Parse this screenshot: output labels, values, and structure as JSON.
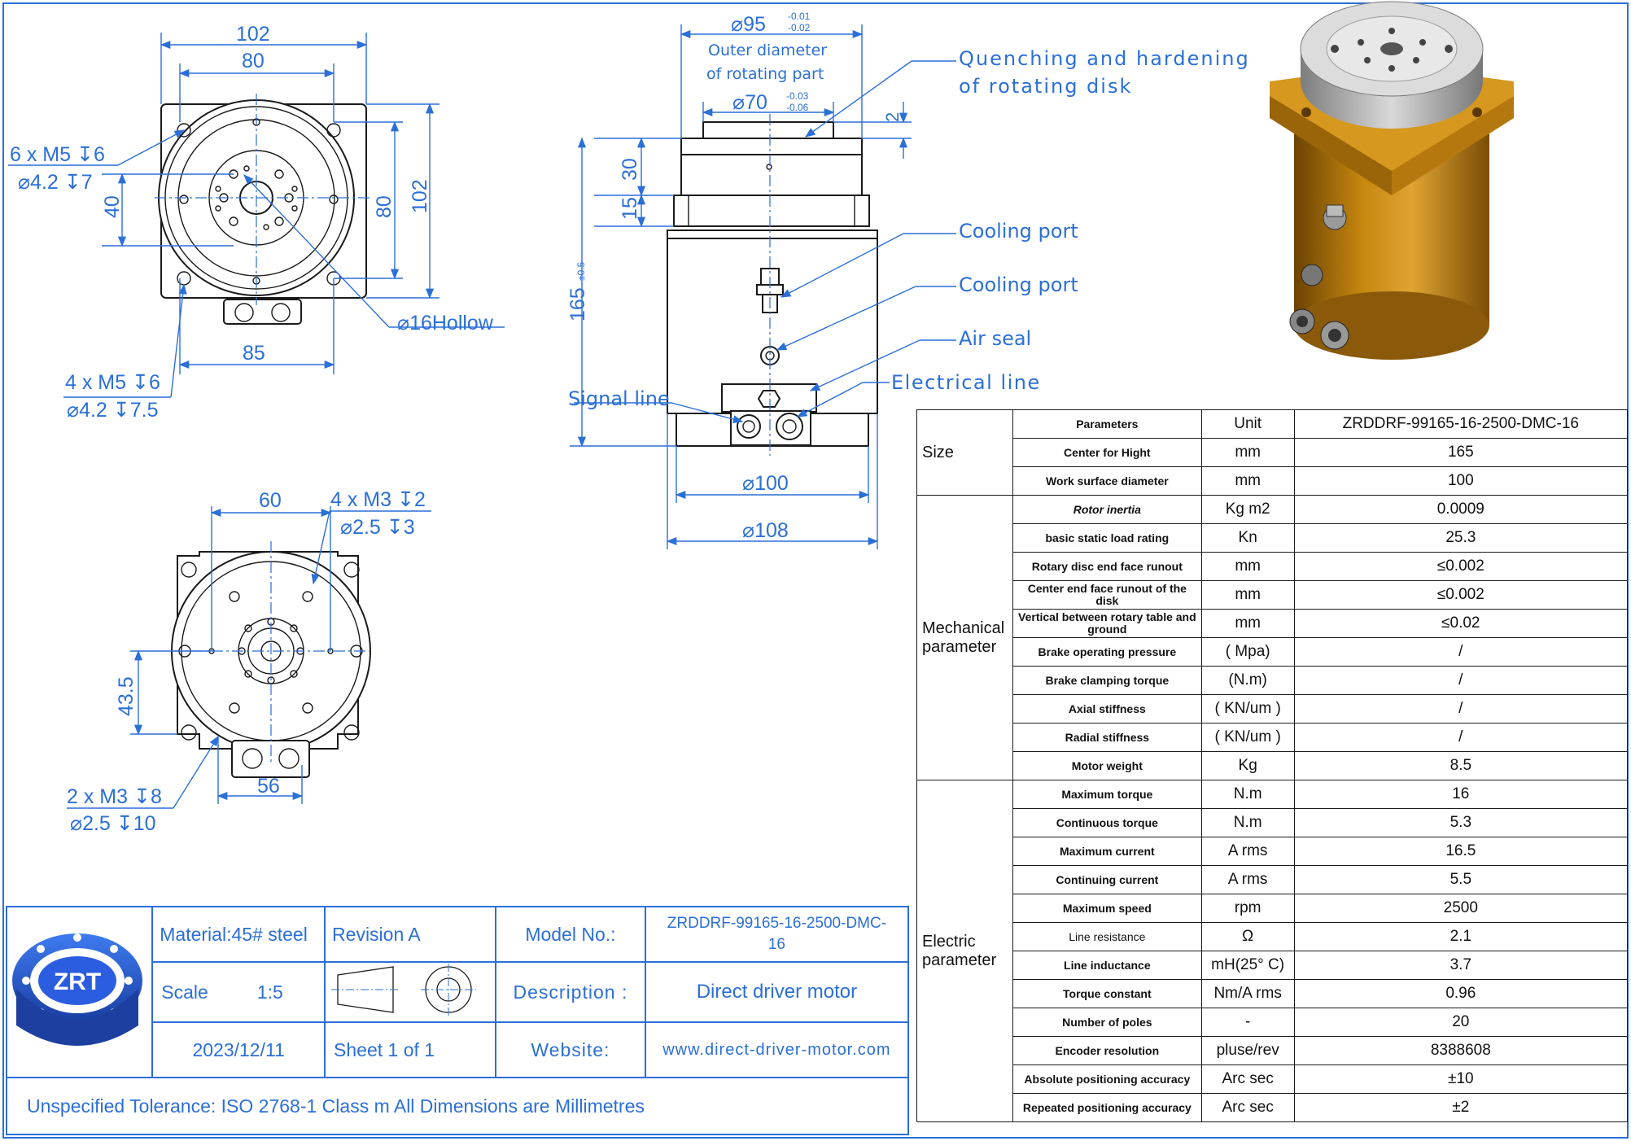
{
  "callouts": {
    "dia95": "95",
    "dia95_tol_upper": "-0.01",
    "dia95_tol_lower": "-0.02",
    "outer_diameter_line1": "Outer diameter",
    "outer_diameter_line2": "of rotating  part",
    "dia70": "70",
    "dia70_tol_upper": "-0.03",
    "dia70_tol_lower": "-0.06",
    "quench_line1": "Quenching and hardening",
    "quench_line2": "of rotating disk",
    "cooling_port_1": "Cooling port",
    "cooling_port_2": "Cooling port",
    "air_seal": "Air seal",
    "electrical_line": "Electrical line",
    "signal_line": "Signal line",
    "hollow": "16Hollow"
  },
  "dimensions": {
    "top_102": "102",
    "top_80": "80",
    "m5_6": "6 x M5",
    "m5_6_depth": "6",
    "m5_6_drill": "4.2",
    "m5_6_drill_depth": "7",
    "v40": "40",
    "v80": "80",
    "v102": "102",
    "h85": "85",
    "m5_4": "4 x M5",
    "m5_4_depth": "6",
    "m5_4_drill": "4.2",
    "m5_4_drill_depth": "7.5",
    "d2": "2",
    "d30": "30",
    "d15": "15",
    "d165": "165",
    "d165_tol": "±0.5",
    "d100": "100",
    "d108": "108",
    "b60": "60",
    "m3_4": "4 x M3",
    "m3_4_depth": "2",
    "m3_4_drill": "2.5",
    "m3_4_drill_depth": "3",
    "b435": "43.5",
    "b56": "56",
    "m3_2": "2 x M3",
    "m3_2_depth": "8",
    "m3_2_drill": "2.5",
    "m3_2_drill_depth": "10"
  },
  "spec_table": {
    "header": {
      "param": "Parameters",
      "unit": "Unit",
      "model": "ZRDDRF-99165-16-2500-DMC-16"
    },
    "groups": {
      "size": "Size",
      "mech_1": "Mechanical",
      "mech_2": "parameter",
      "elec_1": "Electric",
      "elec_2": "parameter"
    },
    "rows": [
      {
        "param": "Center for Hight",
        "unit": "mm",
        "value": "165"
      },
      {
        "param": "Work surface diameter",
        "unit": "mm",
        "value": "100"
      },
      {
        "param": "Rotor inertia",
        "unit": "Kg m2",
        "value": "0.0009"
      },
      {
        "param": "basic static load rating",
        "unit": "Kn",
        "value": "25.3"
      },
      {
        "param": "Rotary disc end face runout",
        "unit": "mm",
        "value": "≤0.002"
      },
      {
        "param": "Center end face runout of the disk",
        "unit": "mm",
        "value": "≤0.002"
      },
      {
        "param": "Vertical between rotary table and ground",
        "unit": "mm",
        "value": "≤0.02"
      },
      {
        "param": "Brake operating pressure",
        "unit": "( Mpa)",
        "value": "/"
      },
      {
        "param": "Brake clamping torque",
        "unit": "(N.m)",
        "value": "/"
      },
      {
        "param": "Axial stiffness",
        "unit": "( KN/um )",
        "value": "/"
      },
      {
        "param": "Radial stiffness",
        "unit": "( KN/um )",
        "value": "/"
      },
      {
        "param": "Motor weight",
        "unit": "Kg",
        "value": "8.5"
      },
      {
        "param": "Maximum torque",
        "unit": "N.m",
        "value": "16"
      },
      {
        "param": "Continuous torque",
        "unit": "N.m",
        "value": "5.3"
      },
      {
        "param": "Maximum current",
        "unit": "A rms",
        "value": "16.5"
      },
      {
        "param": "Continuing current",
        "unit": "A rms",
        "value": "5.5"
      },
      {
        "param": "Maximum speed",
        "unit": "rpm",
        "value": "2500"
      },
      {
        "param": "Line   resistance",
        "unit": "Ω",
        "value": "2.1"
      },
      {
        "param": "Line inductance",
        "unit": "mH(25° C)",
        "value": "3.7"
      },
      {
        "param": "Torque constant",
        "unit": "Nm/A rms",
        "value": "0.96"
      },
      {
        "param": "Number of poles",
        "unit": "-",
        "value": "20"
      },
      {
        "param": "Encoder resolution",
        "unit": "pluse/rev",
        "value": "8388608"
      },
      {
        "param": "Absolute positioning accuracy",
        "unit": "Arc sec",
        "value": "±10"
      },
      {
        "param": "Repeated positioning accuracy",
        "unit": "Arc sec",
        "value": "±2"
      }
    ]
  },
  "title_block": {
    "logo_text": "ZRT",
    "material_label": "Material:",
    "material_value": "45# steel",
    "revision": "Revision A",
    "model_label": "Model No.:",
    "model_value_1": "ZRDDRF-99165-16-2500-DMC-",
    "model_value_2": "16",
    "scale_label": "Scale",
    "scale_value": "1:5",
    "description_label": "Description :",
    "description_value": "Direct driver motor",
    "date": "2023/12/11",
    "sheet": "Sheet 1 of 1",
    "website_label": "Website:",
    "website_value": "www.direct-driver-motor.com",
    "tolerance_note": "Unspecified Tolerance: ISO 2768-1 Class m  All Dimensions are Millimetres"
  },
  "colors": {
    "line_blue": "#2b6fd8",
    "ink": "#1a1a1a",
    "motor_gold": "#c98a1a",
    "logo_blue": "#1f49c8"
  }
}
